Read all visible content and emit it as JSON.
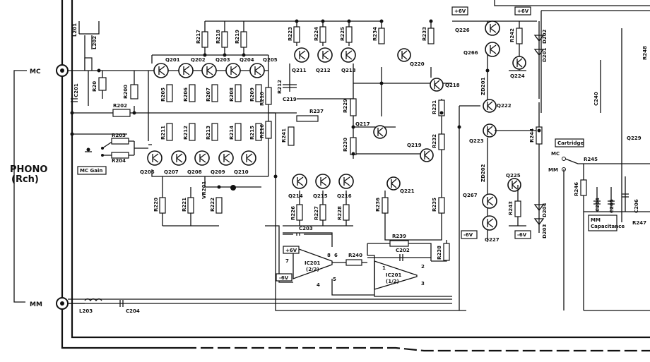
{
  "phono": {
    "line1": "PHONO",
    "line2": "(Rch)"
  },
  "inputs": {
    "mc": "MC",
    "mm": "MM"
  },
  "boxes": {
    "mc_gain": "MC Gain",
    "plus6v_a": "+6V",
    "plus6v_b": "+6V",
    "plus6v_c": "+6V",
    "minus6v_a": "-6V",
    "minus6v_b": "-6V",
    "minus6v_c": "-6V",
    "cartridge": "Cartridge",
    "mm_cap_1": "MM",
    "mm_cap_2": "Capacitance"
  },
  "switch_labels": {
    "mc": "MC",
    "mm": "MM"
  },
  "upper_pair": [
    "Q201",
    "Q202",
    "Q203",
    "Q204",
    "Q205"
  ],
  "lower_pair": [
    "Q206",
    "Q207",
    "Q208",
    "Q209",
    "Q210"
  ],
  "upper_res": [
    "R217",
    "R218",
    "R219"
  ],
  "mid_res": [
    "R205",
    "R206",
    "R207",
    "R208",
    "R209",
    "R210"
  ],
  "low_res": [
    "R211",
    "R212",
    "R213",
    "R214",
    "R215",
    "R216"
  ],
  "q_upper_right": [
    "Q211",
    "Q212",
    "Q213"
  ],
  "r_upper_right": [
    "R223",
    "R224",
    "R225"
  ],
  "q_lower_right": [
    "Q214",
    "Q215",
    "Q216"
  ],
  "r_lower_right": [
    "R226",
    "R227",
    "R228"
  ],
  "parts": {
    "L201": "L201",
    "L202": "L202",
    "L203": "L203",
    "C201": "C201",
    "C202": "C202",
    "C203": "C203",
    "C204": "C204",
    "C205": "C205",
    "C206": "C206",
    "C219": "C219",
    "C240": "C240",
    "C204b": "C204",
    "R20": "R20",
    "R200": "R200",
    "R202": "R202",
    "R203": "R203",
    "R204": "R204",
    "R220": "R220",
    "R221": "R221",
    "R222": "R222",
    "VR201": "VR201",
    "R212b": "R212",
    "R229": "R229",
    "R230": "R230",
    "R231": "R231",
    "R232": "R232",
    "R233": "R233",
    "R234": "R234",
    "R235": "R235",
    "R236": "R236",
    "R237": "R237",
    "R238": "R238",
    "R239": "R239",
    "R240": "R240",
    "R241": "R241",
    "R242": "R242",
    "R243": "R243",
    "R244": "R244",
    "R245": "R245",
    "R246": "R246",
    "R247": "R247",
    "R248": "R248",
    "Q217": "Q217",
    "Q218": "Q218",
    "Q219": "Q219",
    "Q220": "Q220",
    "Q221": "Q221",
    "Q222": "Q222",
    "Q223": "Q223",
    "Q224": "Q224",
    "Q225": "Q225",
    "Q226": "Q226",
    "Q227": "Q227",
    "Q229": "Q229",
    "Q266": "Q266",
    "Q267": "Q267",
    "D201": "D201",
    "D202": "D202",
    "D203": "D203",
    "D204": "D204",
    "ZD201": "ZD201",
    "ZD202": "ZD202",
    "IC201a": "IC201",
    "IC201a_sub": "(2/2)",
    "IC201b": "IC201",
    "IC201b_sub": "(1/2)",
    "pin8": "8",
    "pin7": "7",
    "pin6": "6",
    "pin4": "4",
    "pin5": "5",
    "pin1": "1",
    "pin2": "2",
    "pin3": "3"
  }
}
